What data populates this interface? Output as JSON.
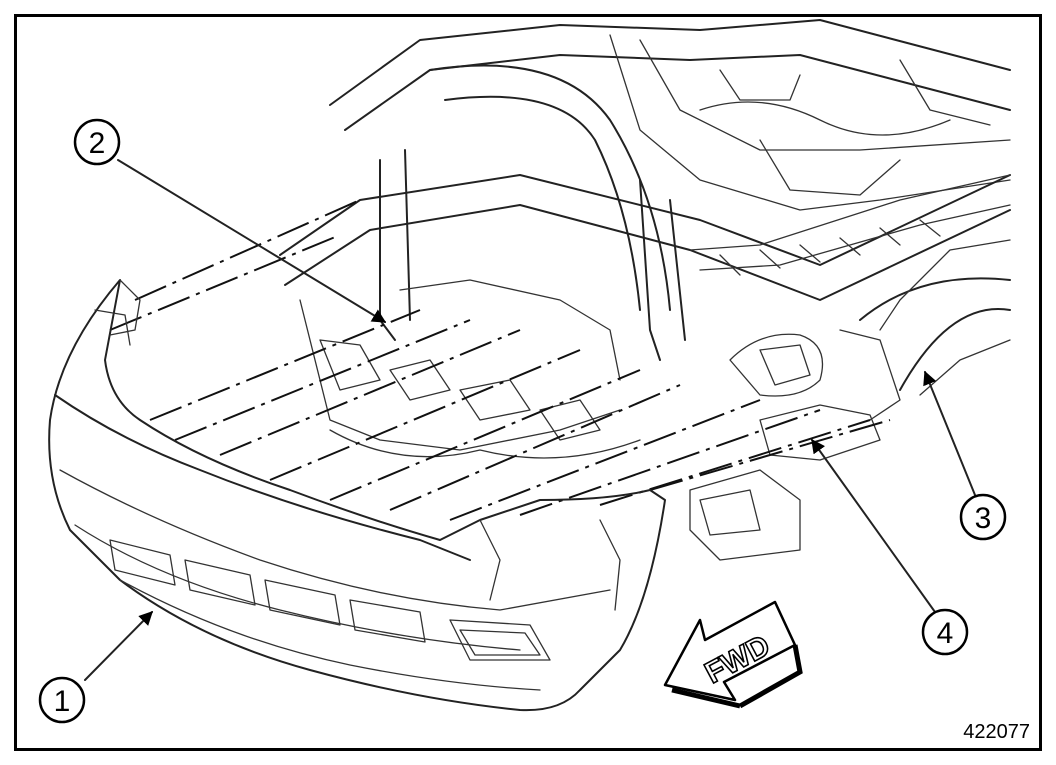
{
  "figure": {
    "id": "422077",
    "direction_label": "FWD",
    "callouts": [
      {
        "label": "1"
      },
      {
        "label": "2"
      },
      {
        "label": "3"
      },
      {
        "label": "4"
      }
    ]
  }
}
